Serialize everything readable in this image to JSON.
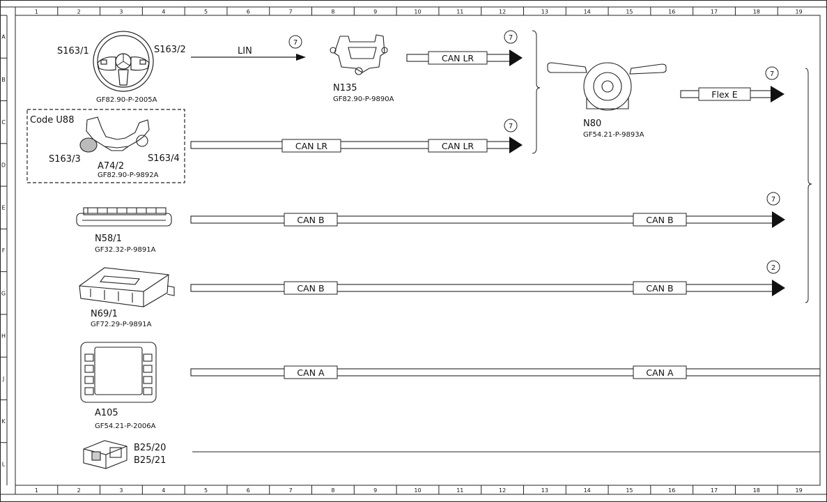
{
  "grid": {
    "columns": [
      "1",
      "2",
      "3",
      "4",
      "5",
      "6",
      "7",
      "8",
      "9",
      "10",
      "11",
      "12",
      "13",
      "14",
      "15",
      "16",
      "17",
      "18",
      "19"
    ],
    "rows": [
      "A",
      "B",
      "C",
      "D",
      "E",
      "F",
      "G",
      "H",
      "J",
      "K",
      "L"
    ]
  },
  "components": {
    "steering_wheel": {
      "left_switch": "S163/1",
      "right_switch": "S163/2",
      "doc_ref": "GF82.90-P-2005A"
    },
    "code_box": {
      "code": "Code U88",
      "left_switch": "S163/3",
      "right_switch": "S163/4",
      "unit": "A74/2",
      "doc_ref": "GF82.90-P-9892A"
    },
    "n135": {
      "name": "N135",
      "doc_ref": "GF82.90-P-9890A"
    },
    "n80": {
      "name": "N80",
      "doc_ref": "GF54.21-P-9893A"
    },
    "n58_1": {
      "name": "N58/1",
      "doc_ref": "GF32.32-P-9891A"
    },
    "n69_1": {
      "name": "N69/1",
      "doc_ref": "GF72.29-P-9891A"
    },
    "a105": {
      "name": "A105",
      "doc_ref": "GF54.21-P-2006A"
    },
    "b25": {
      "name_1": "B25/20",
      "name_2": "B25/21"
    }
  },
  "buses": {
    "lin": "LIN",
    "can_lr": "CAN LR",
    "can_b": "CAN B",
    "can_a": "CAN A",
    "flex_e": "Flex E"
  },
  "refs": {
    "lin_ref": "7",
    "n135_ref": "7",
    "code_ref": "7",
    "n80_ref": "7",
    "n58_ref": "7",
    "n69_ref": "2"
  }
}
